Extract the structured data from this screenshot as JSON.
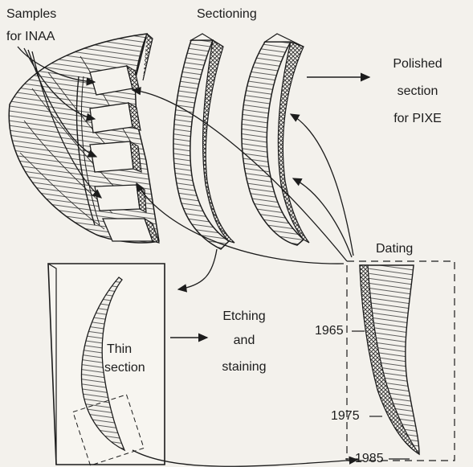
{
  "labels": {
    "samples_line1": "Samples",
    "samples_line2": "for INAA",
    "sectioning": "Sectioning",
    "polished_line1": "Polished",
    "polished_line2": "section",
    "polished_line3": "for PIXE",
    "dating": "Dating",
    "etching_line1": "Etching",
    "etching_line2": "and",
    "etching_line3": "staining",
    "thin_line1": "Thin",
    "thin_line2": "section"
  },
  "dating_years": [
    "1965",
    "1975",
    "1985"
  ],
  "colors": {
    "background": "#f3f1ec",
    "ink": "#1c1c1c",
    "hatch": "#2a2a2a"
  }
}
